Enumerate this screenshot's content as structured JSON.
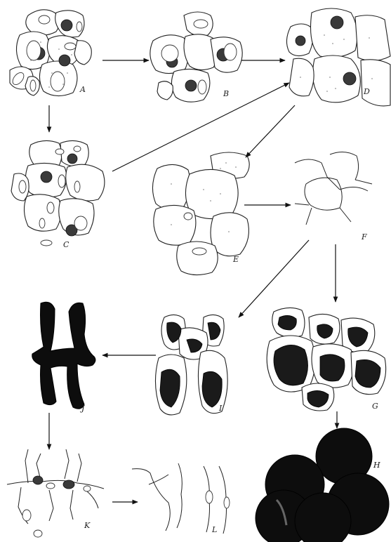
{
  "panels": [
    {
      "id": "A",
      "label": "A"
    },
    {
      "id": "B",
      "label": "B"
    },
    {
      "id": "C",
      "label": "C"
    },
    {
      "id": "D",
      "label": "D"
    },
    {
      "id": "E",
      "label": "E"
    },
    {
      "id": "F",
      "label": "F"
    },
    {
      "id": "G",
      "label": "G"
    },
    {
      "id": "H",
      "label": "H"
    },
    {
      "id": "I",
      "label": "I"
    },
    {
      "id": "J",
      "label": "J"
    },
    {
      "id": "K",
      "label": "K"
    },
    {
      "id": "L",
      "label": "L"
    }
  ],
  "arrows": [
    {
      "from": "A",
      "to": "B"
    },
    {
      "from": "B",
      "to": "D"
    },
    {
      "from": "A",
      "to": "C"
    },
    {
      "from": "C",
      "to": "D"
    },
    {
      "from": "D",
      "to": "E"
    },
    {
      "from": "E",
      "to": "F"
    },
    {
      "from": "F",
      "to": "I"
    },
    {
      "from": "F",
      "to": "G"
    },
    {
      "from": "G",
      "to": "H"
    },
    {
      "from": "I",
      "to": "J"
    },
    {
      "from": "J",
      "to": "K"
    },
    {
      "from": "K",
      "to": "L"
    }
  ]
}
